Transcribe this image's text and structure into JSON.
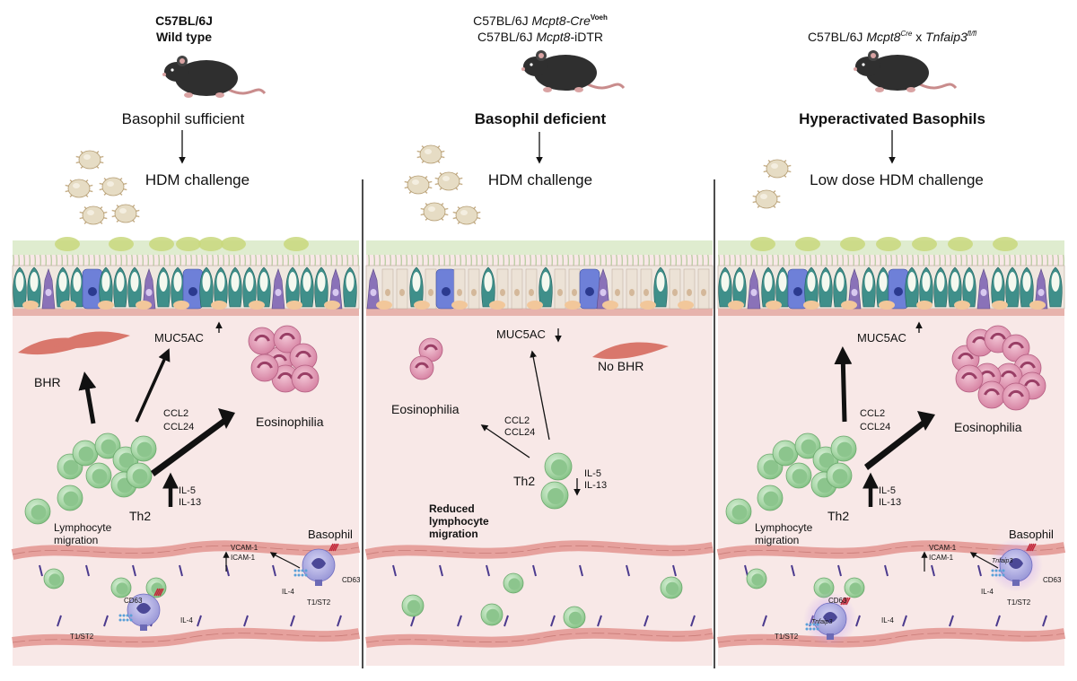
{
  "panels": [
    {
      "strain_line1": "C57BL/6J",
      "strain_line2": "Wild type",
      "phenotype": "Basophil sufficient",
      "challenge": "HDM challenge",
      "muc5ac": "MUC5AC",
      "bhr": "BHR",
      "chemokine1": "CCL2",
      "chemokine2": "CCL24",
      "eosin": "Eosinophilia",
      "th2": "Th2",
      "il5": "IL-5",
      "il13": "IL-13",
      "lymph1": "Lymphocyte",
      "lymph2": "migration",
      "basophil": "Basophil",
      "vcam": "VCAM-1",
      "icam": "ICAM-1",
      "cd63a": "CD63",
      "cd63b": "CD63",
      "il4a": "IL-4",
      "il4b": "IL-4",
      "t1st2a": "T1/ST2",
      "t1st2b": "T1/ST2"
    },
    {
      "strain_a_prefix": "C57BL/6J ",
      "strain_a_gene": "Mcpt8-Cre",
      "strain_a_sup": "Voeh",
      "strain_b_prefix": "C57BL/6J ",
      "strain_b_gene": "Mcpt8",
      "strain_b_suffix": "-iDTR",
      "phenotype": "Basophil deficient",
      "challenge": "HDM challenge",
      "muc5ac": "MUC5AC",
      "no_bhr": "No BHR",
      "eosin": "Eosinophilia",
      "chemokine1": "CCL2",
      "chemokine2": "CCL24",
      "th2": "Th2",
      "il5": "IL-5",
      "il13": "IL-13",
      "reduced1": "Reduced",
      "reduced2": "lymphocyte",
      "reduced3": "migration"
    },
    {
      "strain_prefix": "C57BL/6J ",
      "strain_gene1": "Mcpt8",
      "strain_sup1": "Cre",
      "strain_x": " x ",
      "strain_gene2": "Tnfaip3",
      "strain_sup2": "fl/fl",
      "phenotype": "Hyperactivated Basophils",
      "challenge": "Low dose HDM challenge",
      "muc5ac": "MUC5AC",
      "chemokine1": "CCL2",
      "chemokine2": "CCL24",
      "eosin": "Eosinophilia",
      "th2": "Th2",
      "il5": "IL-5",
      "il13": "IL-13",
      "lymph1": "Lymphocyte",
      "lymph2": "migration",
      "basophil": "Basophil",
      "vcam": "VCAM-1",
      "icam": "ICAM-1",
      "cd63a": "CD63",
      "cd63b": "CD63",
      "il4a": "IL-4",
      "il4b": "IL-4",
      "t1st2a": "T1/ST2",
      "t1st2b": "T1/ST2",
      "gene_label": "Tnfaip3"
    }
  ],
  "colors": {
    "tissue": "#f8e7e6",
    "epithelium": "#efe7df",
    "goblet": "#3f8f8a",
    "ciliated_green": "#cfe8b0",
    "basal": "#f2c79a",
    "vessel": "#e6a19d",
    "th2": "#9ecf9e",
    "eosinophil": "#d77fa0",
    "smooth_muscle": "#d9776c",
    "basophil": "#9b9ad8",
    "mouse": "#2f2f2f"
  }
}
